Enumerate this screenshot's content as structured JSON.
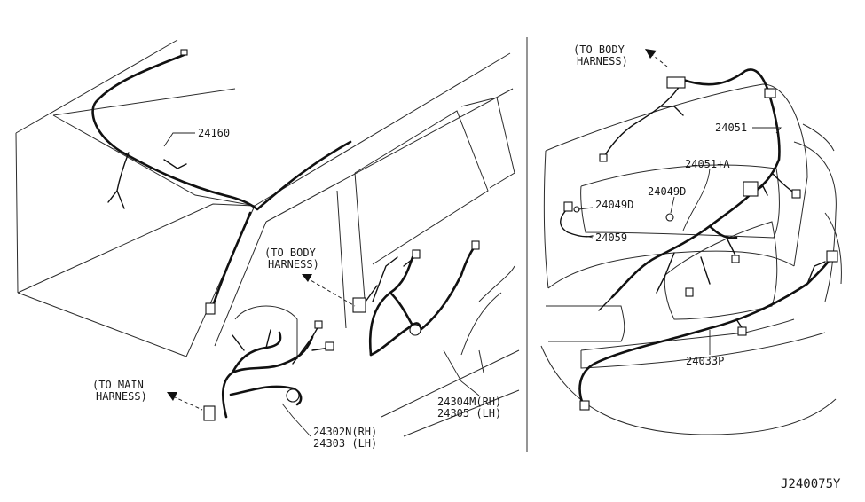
{
  "parts": {
    "p24160": "24160",
    "p24302_rh": "24302N(RH)",
    "p24303_lh": "24303 (LH)",
    "p24304_rh": "24304M(RH)",
    "p24305_lh": "24305 (LH)",
    "p24051": "24051",
    "p24051a": "24051+A",
    "p24049d_a": "24049D",
    "p24049d_b": "24049D",
    "p24059": "24059",
    "p24033p": "24033P"
  },
  "notes": {
    "to_body_left_1": "(TO BODY",
    "to_body_left_2": "HARNESS)",
    "to_main_1": "(TO MAIN",
    "to_main_2": "HARNESS)",
    "to_body_right_1": "(TO BODY",
    "to_body_right_2": "HARNESS)"
  },
  "diagram_id": "J240075Y"
}
